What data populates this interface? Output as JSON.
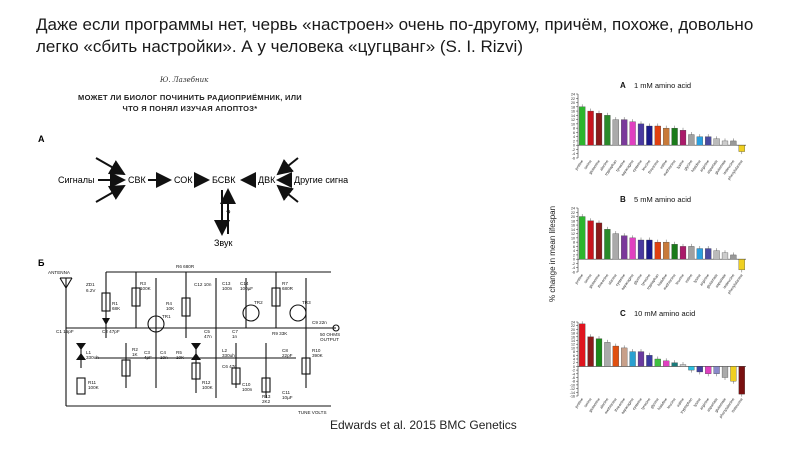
{
  "slide": {
    "title": "Даже если программы нет, червь «настроен» очень по-другому, причём, похоже, довольно легко «сбить настройки». А у человека «цугцванг» (S. I. Rizvi)",
    "citation": "Edwards et al. 2015 BMC Genetics"
  },
  "left_figure": {
    "author": "Ю. Лазебник",
    "essay_title_line1": "МОЖЕТ ЛИ БИОЛОГ ПОЧИНИТЬ РАДИОПРИЁМНИК, ИЛИ",
    "essay_title_line2": "ЧТО Я ПОНЯЛ ИЗУЧАЯ АПОПТОЗ*",
    "panel_a_label": "А",
    "panel_b_label": "Б",
    "nodes": {
      "signals": "Сигналы",
      "svk": "СВК",
      "sok": "СОК",
      "bsvk": "БСВК",
      "dvk": "ДВК",
      "other_signals": "Другие сигналы",
      "question": "?",
      "sound": "Звук"
    },
    "circuit_labels": {
      "antenna": "ANTENNA",
      "zd1": "ZD1",
      "zd1_v": "6.2V",
      "r6": "R6 680R",
      "r3": "R3",
      "r3v": "100K",
      "c12": "C12 10n",
      "c13": "C13",
      "c13v": "100n",
      "c14": "C14",
      "c14v": "100µF",
      "r7": "R7",
      "r7v": "680R",
      "r1": "R1",
      "r1v": "68K",
      "r4": "R4",
      "r4v": "10K",
      "c1": "C1 15pF",
      "c2": "C2 47pF",
      "tr1": "TR1",
      "tr2": "TR2",
      "tr3": "TR3",
      "c5": "C5",
      "c5v": "47n",
      "c7": "C7",
      "c7v": "1n",
      "r9": "R9 33K",
      "c9": "C9 22n",
      "out1": "50 OHMS",
      "out2": "OUTPUT",
      "l1": "L1",
      "l1v": "330uh",
      "r2": "R2",
      "r2v": "1K",
      "c3": "C3",
      "c3v": "4pF",
      "c4": "C4",
      "c4v": "10n",
      "r5": "R5",
      "r5v": "10K",
      "l2": "L2",
      "l2v": "330uh",
      "c6": "C6 47n",
      "c8": "C8",
      "c8v": "22pF",
      "r10": "R10",
      "r10v": "390K",
      "r11": "R11",
      "r11v": "100K",
      "r12": "R12",
      "r12v": "100K",
      "c10": "C10",
      "c10v": "100n",
      "r13": "R13",
      "r13v": "2K2",
      "c11": "C11",
      "c11v": "10µF",
      "tune": "TUNE VOLTS"
    }
  },
  "chart_data": [
    {
      "type": "bar",
      "panel": "A",
      "title": "1 mM amino acid",
      "ylabel": "% change in mean lifespan",
      "ylim": [
        -6,
        24
      ],
      "yticks": [
        -6,
        -4,
        -2,
        0,
        2,
        4,
        6,
        8,
        10,
        12,
        14,
        16,
        18,
        20,
        22,
        24
      ],
      "categories": [
        "proline",
        "serine",
        "glutamine",
        "alanine",
        "tryptophan",
        "tyrosine",
        "asparagine",
        "cysteine",
        "leucine",
        "threonine",
        "valine",
        "methionine",
        "lysine",
        "glycine",
        "histidine",
        "arginine",
        "aspartate",
        "glutamate",
        "isoleucine",
        "phenylalanine"
      ],
      "values": [
        18,
        16,
        15,
        14,
        12,
        12,
        11,
        10,
        9,
        9,
        8,
        8,
        7,
        5,
        4,
        4,
        3,
        2,
        2,
        -3
      ]
    },
    {
      "type": "bar",
      "panel": "B",
      "title": "5 mM amino acid",
      "ylabel": "% change in mean lifespan",
      "ylim": [
        -6,
        24
      ],
      "yticks": [
        -6,
        -4,
        -2,
        0,
        2,
        4,
        6,
        8,
        10,
        12,
        14,
        16,
        18,
        20,
        22,
        24
      ],
      "categories": [
        "proline",
        "serine",
        "glutamine",
        "threonine",
        "alanine",
        "cysteine",
        "asparagine",
        "glycine",
        "tyrosine",
        "tryptophan",
        "histidine",
        "methionine",
        "leucine",
        "valine",
        "lysine",
        "arginine",
        "glutamate",
        "aspartate",
        "isoleucine",
        "phenylalanine"
      ],
      "values": [
        20,
        18,
        17,
        14,
        12,
        11,
        10,
        9,
        9,
        8,
        8,
        7,
        6,
        6,
        5,
        5,
        4,
        3,
        2,
        -5
      ]
    },
    {
      "type": "bar",
      "panel": "C",
      "title": "10 mM amino acid",
      "ylabel": "% change in mean lifespan",
      "ylim": [
        -16,
        24
      ],
      "yticks": [
        -16,
        -14,
        -12,
        -10,
        -8,
        -6,
        -4,
        -2,
        0,
        2,
        4,
        6,
        8,
        10,
        12,
        14,
        16,
        18,
        20,
        22,
        24
      ],
      "categories": [
        "proline",
        "serine",
        "glutamine",
        "alanine",
        "methionine",
        "threonine",
        "asparagine",
        "cysteine",
        "tyrosine",
        "glycine",
        "histidine",
        "leucine",
        "valine",
        "tryptophan",
        "lysine",
        "arginine",
        "aspartate",
        "glutamate",
        "phenylalanine",
        "isoleucine"
      ],
      "values": [
        23,
        16,
        15,
        13,
        11,
        10,
        8,
        8,
        6,
        4,
        3,
        2,
        1,
        -2,
        -3,
        -4,
        -4,
        -6,
        -8,
        -15
      ]
    }
  ],
  "chart_colors": [
    "#2db52d",
    "#c8141e",
    "#8b1a1a",
    "#2a8a2a",
    "#aaaaaa",
    "#7a3a9a",
    "#e040c0",
    "#4a3aa0",
    "#1a1a8a",
    "#e04010",
    "#c87a3a",
    "#1a7a1a",
    "#aa1a6a",
    "#a0a0a0",
    "#2aa0e0",
    "#4a4aa0",
    "#bbbbbb",
    "#cccccc",
    "#999999",
    "#f0d020"
  ],
  "chart_colors_c": [
    "#e0141e",
    "#8b1a1a",
    "#1a8a1a",
    "#aaaaaa",
    "#e05010",
    "#c8a08a",
    "#2aa0d0",
    "#6a3aa0",
    "#3a3aa0",
    "#40c040",
    "#e040c0",
    "#1a7a7a",
    "#cccccc",
    "#2ac0e0",
    "#4040a0",
    "#e040c0",
    "#8a8aca",
    "#aaaaaa",
    "#f0d020",
    "#7a1010"
  ]
}
